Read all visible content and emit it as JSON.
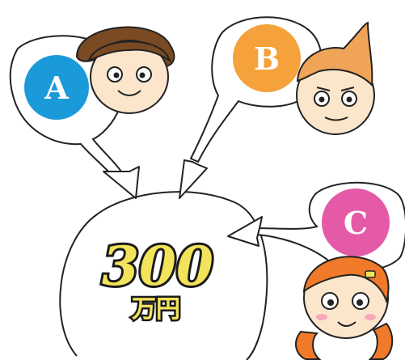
{
  "nodes": [
    {
      "id": "A",
      "label": "A",
      "color": "#1a9ad8"
    },
    {
      "id": "B",
      "label": "B",
      "color": "#f5a23c"
    },
    {
      "id": "C",
      "label": "C",
      "color": "#e55aa6"
    }
  ],
  "target": {
    "amount": "300",
    "unit": "万円",
    "amount_fill": "#f2e35a",
    "amount_outline": "#1b1b1b"
  },
  "characters": [
    {
      "name": "boy-a-face-icon",
      "hair": "#7a4a22"
    },
    {
      "name": "boy-b-face-icon",
      "hair": "#f0a457"
    },
    {
      "name": "girl-c-face-icon",
      "hair": "#f07a2a"
    }
  ]
}
